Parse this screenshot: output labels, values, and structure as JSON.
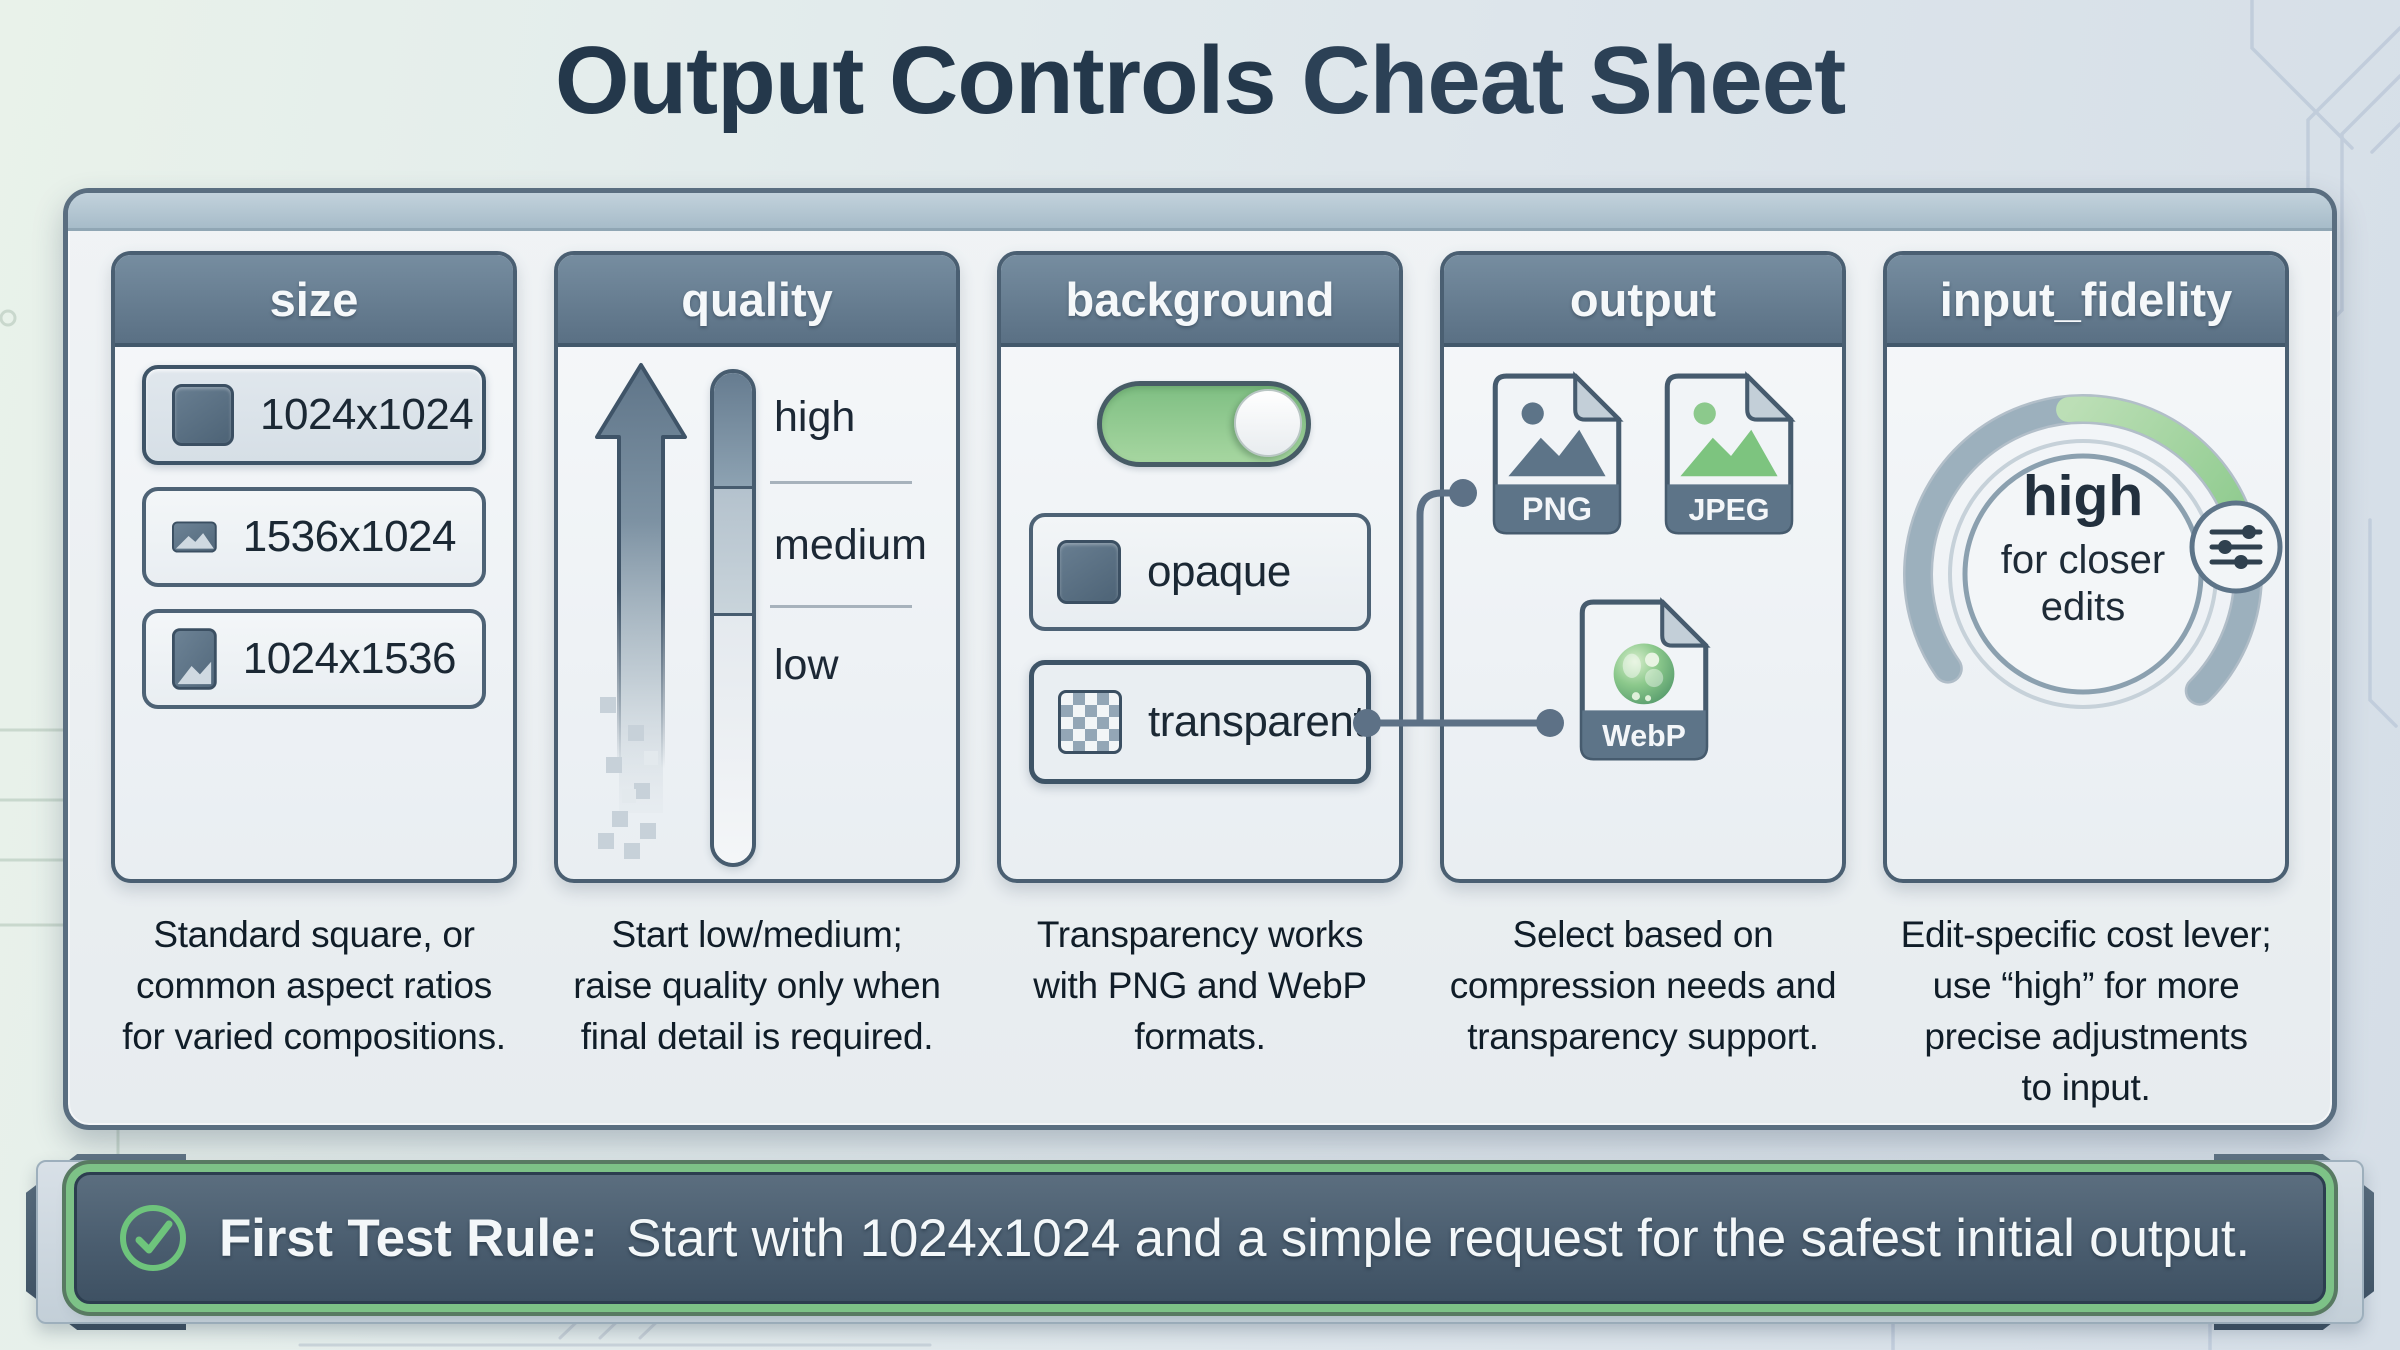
{
  "page_title": {
    "strong": "Output Controls",
    "rest": " Cheat Sheet"
  },
  "columns": [
    {
      "id": "size",
      "header": "size",
      "options": [
        {
          "label": "1024x1024",
          "icon": "square-image-icon",
          "selected": true
        },
        {
          "label": "1536x1024",
          "icon": "landscape-image-icon",
          "selected": false
        },
        {
          "label": "1024x1536",
          "icon": "portrait-image-icon",
          "selected": false
        }
      ],
      "description": "Standard square, or\ncommon aspect ratios\nfor varied compositions."
    },
    {
      "id": "quality",
      "header": "quality",
      "levels": [
        {
          "label": "high"
        },
        {
          "label": "medium"
        },
        {
          "label": "low"
        }
      ],
      "description": "Start low/medium;\nraise quality only when\nfinal detail is required."
    },
    {
      "id": "background",
      "header": "background",
      "toggle": {
        "state": "on"
      },
      "options": [
        {
          "label": "opaque",
          "icon": "opaque-swatch-icon",
          "selected": false
        },
        {
          "label": "transparent",
          "icon": "transparent-checkerboard-icon",
          "selected": true
        }
      ],
      "description": "Transparency works\nwith PNG and WebP\nformats."
    },
    {
      "id": "output",
      "header": "output",
      "formats": [
        {
          "label": "PNG"
        },
        {
          "label": "JPEG"
        },
        {
          "label": "WebP"
        }
      ],
      "description": "Select based on\ncompression needs and\ntransparency support."
    },
    {
      "id": "input_fidelity",
      "header": "input_fidelity",
      "dial": {
        "value": "high",
        "caption": "for closer edits"
      },
      "description": "Edit-specific cost lever;\nuse “high” for more\nprecise adjustments\nto input."
    }
  ],
  "banner": {
    "strong": "First Test Rule:",
    "rest": " Start with 1024x1024 and a simple request for the safest initial output."
  },
  "colors": {
    "header_slate": "#5e7488",
    "panel_border": "#5a6e80",
    "accent_green": "#7dc287",
    "toggle_green": "#96cd96",
    "banner_fill": "#46596b",
    "connector": "#5d7186",
    "text_dark": "#1a2733"
  }
}
